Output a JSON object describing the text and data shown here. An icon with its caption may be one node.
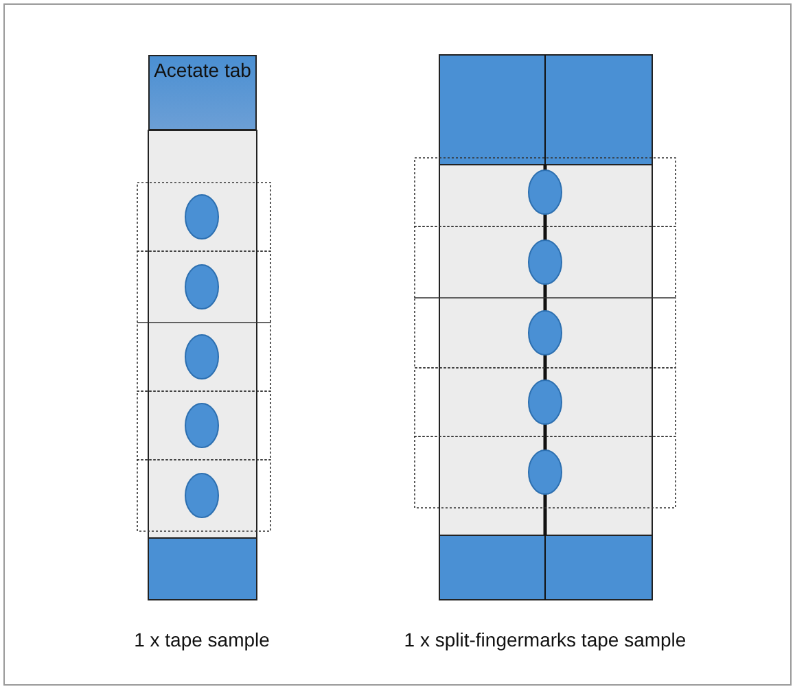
{
  "diagram": {
    "nodes": [
      {
        "text": [
          "Acetate tab"
        ]
      }
    ],
    "labels": [
      "1 x tape sample",
      "1 x split-fingermarks tape sample"
    ]
  }
}
